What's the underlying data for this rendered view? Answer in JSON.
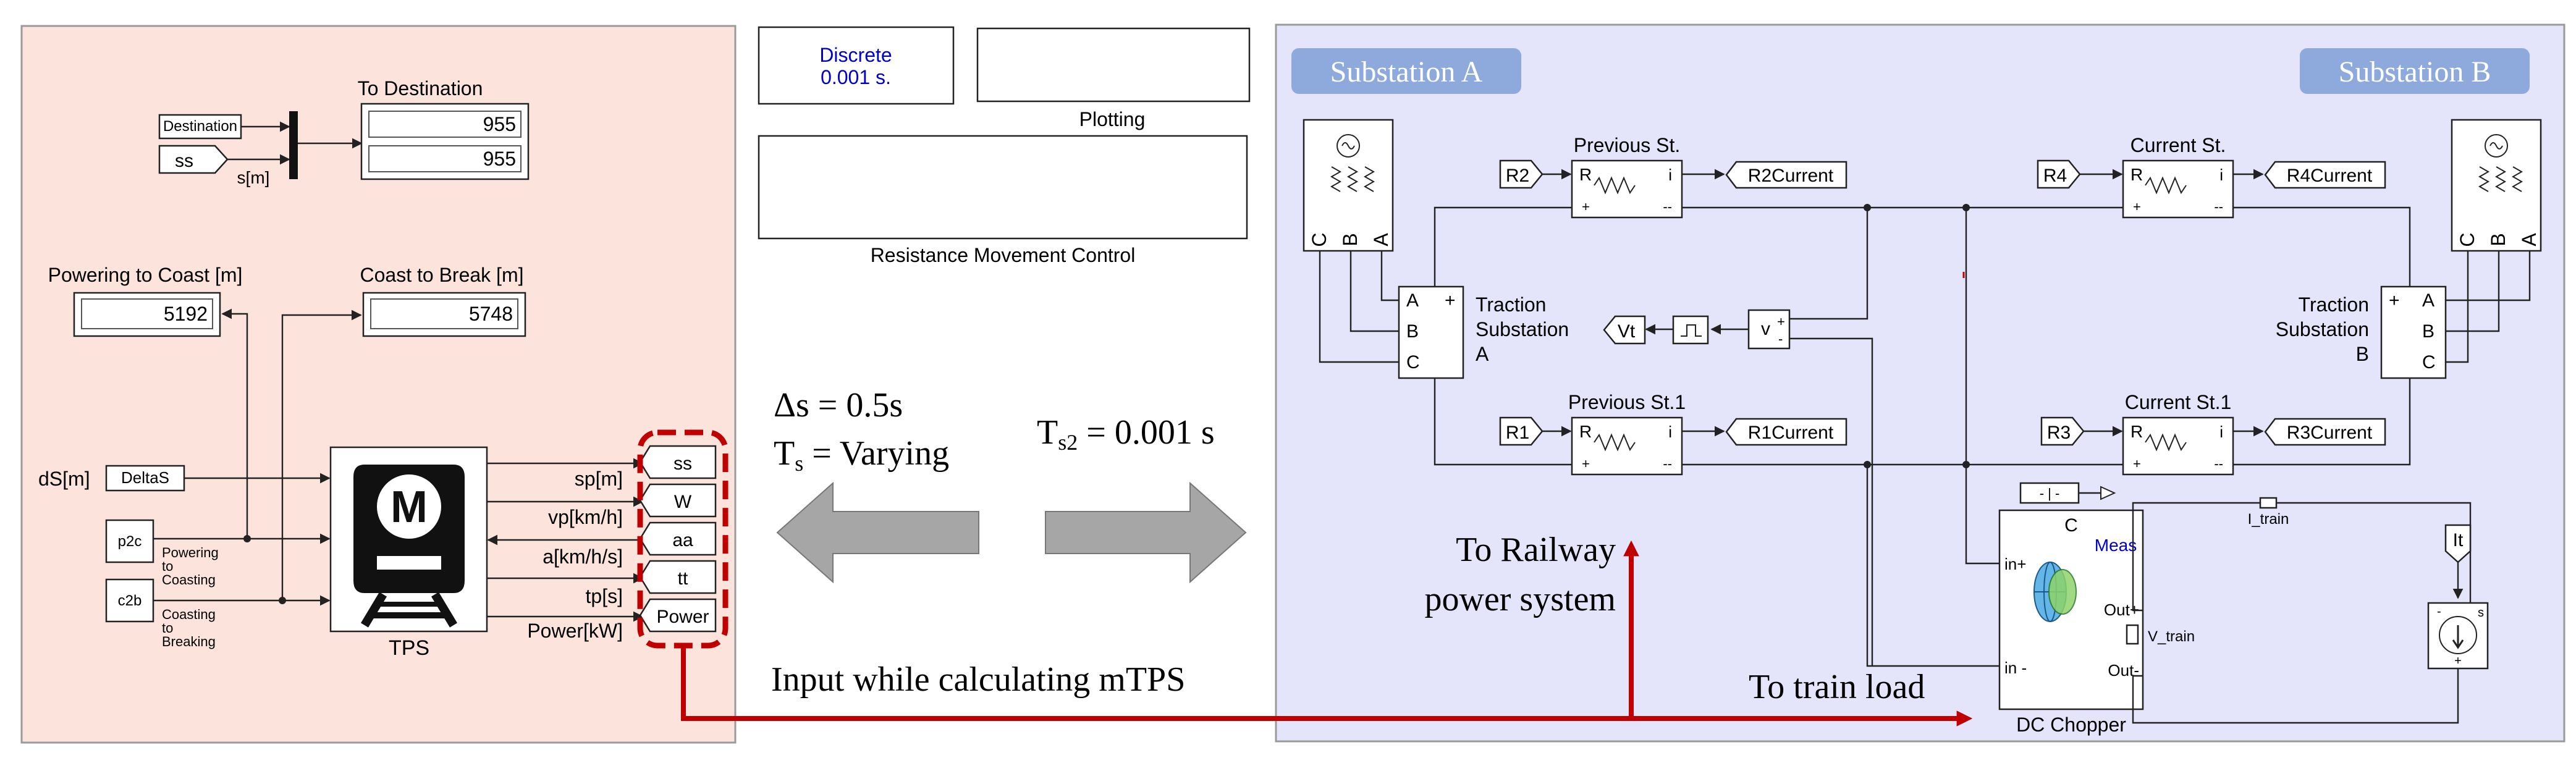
{
  "colors": {
    "left_panel_fill": "#fce4dc",
    "right_panel_fill": "#e4e4fa",
    "substation_tag_fill": "#8ea9db",
    "signal_arrow": "#c00000",
    "big_arrow": "#a6a6a6",
    "discrete_text": "#0000cc"
  },
  "left": {
    "destination_label": "Destination",
    "ss_label": "ss",
    "sm_label": "s[m]",
    "to_destination_title": "To Destination",
    "to_destination_values": [
      "955",
      "955"
    ],
    "powering_coast_title": "Powering to Coast [m]",
    "powering_coast_value": "5192",
    "coast_break_title": "Coast to Break [m]",
    "coast_break_value": "5748",
    "ds_label": "dS[m]",
    "deltas_label": "DeltaS",
    "p2c_label": "p2c",
    "p2c_note": [
      "Powering",
      "to",
      "Coasting"
    ],
    "c2b_label": "c2b",
    "c2b_note": [
      "Coasting",
      "to",
      "Breaking"
    ],
    "tps_icon_letter": "M",
    "tps_label": "TPS",
    "outputs": [
      "sp[m]",
      "vp[km/h]",
      "a[km/h/s]",
      "tp[s]",
      "Power[kW]"
    ],
    "goto_tags": [
      "ss",
      "W",
      "aa",
      "tt",
      "Power"
    ]
  },
  "middle": {
    "discrete_lines": [
      "Discrete",
      "0.001 s."
    ],
    "plotting_label": "Plotting",
    "resistance_label": "Resistance Movement Control",
    "delta_s_text": "Δs = 0.5s",
    "ts_text_main": "T",
    "ts_text_sub": "s",
    "ts_text_rest": " = Varying",
    "ts2_text_main": "T",
    "ts2_text_sub": "s2",
    "ts2_text_rest": " = 0.001 s",
    "input_text": "Input while calculating mTPS"
  },
  "right": {
    "substation_a": "Substation A",
    "substation_b": "Substation B",
    "previous_st": "Previous St.",
    "previous_st1": "Previous St.1",
    "current_st": "Current St.",
    "current_st1": "Current St.1",
    "r_tags": [
      "R2",
      "R1",
      "R4",
      "R3"
    ],
    "current_tags": [
      "R2Current",
      "R1Current",
      "R4Current",
      "R3Current"
    ],
    "traction_a": [
      "Traction",
      "Substation",
      "A"
    ],
    "traction_b": [
      "Traction",
      "Substation",
      "B"
    ],
    "abc_ports": [
      "A",
      "B",
      "C"
    ],
    "source_ports": [
      "C",
      "B",
      "A"
    ],
    "vt_label": "Vt",
    "voltmeter_label": "v",
    "dc_chopper_label": "DC Chopper",
    "chopper_c": "C",
    "chopper_meas": "Meas",
    "chopper_ports": [
      "in+",
      "in -",
      "Out+",
      "Out-"
    ],
    "i_train_label": "I_train",
    "v_train_label": "V_train",
    "it_label": "It",
    "to_railway": [
      "To Railway",
      "power system"
    ],
    "to_train_load": "To train load"
  }
}
